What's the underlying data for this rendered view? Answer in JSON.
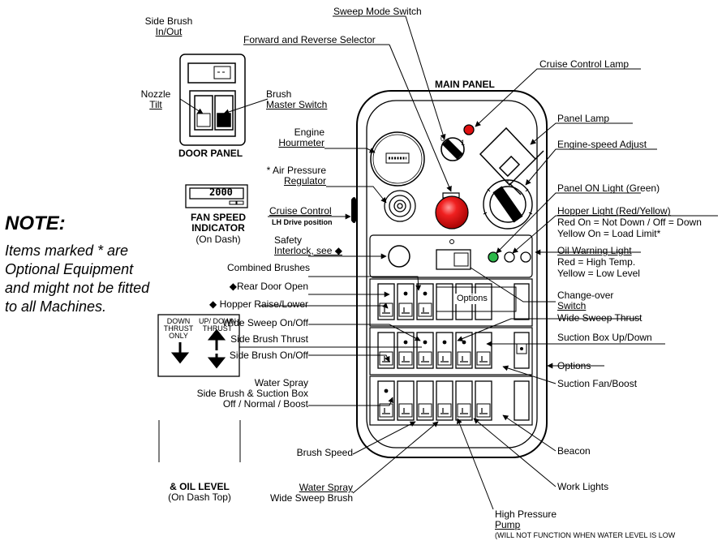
{
  "note": {
    "title": "NOTE:",
    "lines": [
      "Items marked * are",
      "Optional Equipment",
      "and might not be fitted",
      "to all Machines."
    ]
  },
  "door_panel": {
    "title": "DOOR PANEL",
    "side_brush_label": [
      "Side Brush",
      "In/Out"
    ],
    "nozzle_label": [
      "Nozzle",
      "Tilt"
    ],
    "brush_master_label": [
      "Brush",
      "Master Switch"
    ]
  },
  "fan_speed": {
    "display": "2000",
    "title": [
      "FAN SPEED",
      "INDICATOR"
    ],
    "sub": "(On Dash)"
  },
  "oil_level": {
    "title": "& OIL LEVEL",
    "sub": "(On Dash Top)"
  },
  "thrust_legend": {
    "down": [
      "DOWN",
      "THRUST",
      "ONLY"
    ],
    "updown": [
      "UP/ DOWN",
      "THRUST"
    ]
  },
  "main_panel": {
    "title": "MAIN PANEL",
    "options_label": "Options",
    "lh_drive": "LH Drive position"
  },
  "labels": {
    "sweep_mode": "Sweep Mode Switch",
    "fwd_rev": "Forward and Reverse Selector",
    "cruise_lamp": "Cruise Control Lamp",
    "engine_hour": [
      "Engine",
      "Hourmeter"
    ],
    "air_pressure": [
      "* Air Pressure",
      "Regulator"
    ],
    "cruise_control": "Cruise Control",
    "panel_lamp": "Panel Lamp",
    "engine_speed": "Engine-speed Adjust",
    "panel_on": "Panel ON Light (Green)",
    "hopper_light": [
      "Hopper Light (Red/Yellow)",
      "Red On = Not Down / Off = Down",
      "Yellow On = Load Limit*"
    ],
    "oil_warning": [
      "Oil Warning Light",
      "Red = High Temp.",
      "Yellow = Low Level"
    ],
    "safety_interlock": [
      "Safety",
      "Interlock, see ◆"
    ],
    "combined_brushes": "Combined Brushes",
    "rear_door": "◆Rear Door Open",
    "hopper_raise": "◆ Hopper Raise/Lower",
    "change_over": [
      "Change-over",
      "Switch"
    ],
    "wide_sweep_thrust": "Wide Sweep Thrust",
    "wide_sweep_onoff": "Wide Sweep On/Off",
    "side_brush_thrust": "Side Brush Thrust",
    "suction_box": "Suction Box Up/Down",
    "side_brush_onoff": "Side Brush On/Off",
    "options_right": "Options",
    "suction_fan": "Suction Fan/Boost",
    "water_spray": [
      "Water Spray",
      "Side Brush & Suction Box",
      "Off / Normal / Boost"
    ],
    "brush_speed": "Brush Speed",
    "beacon": "Beacon",
    "water_spray_wide": [
      "Water Spray",
      "Wide Sweep Brush"
    ],
    "work_lights": "Work Lights",
    "hp_pump": [
      "High Pressure",
      "Pump"
    ],
    "hp_pump_note": [
      "(WILL NOT FUNCTION WHEN",
      "WATER LEVEL IS LOW",
      ")"
    ]
  },
  "dial_ticks": [
    "0",
    "1"
  ],
  "colors": {
    "lamp_red": "#e01010",
    "green": "#2db84a",
    "ink": "#000000"
  }
}
